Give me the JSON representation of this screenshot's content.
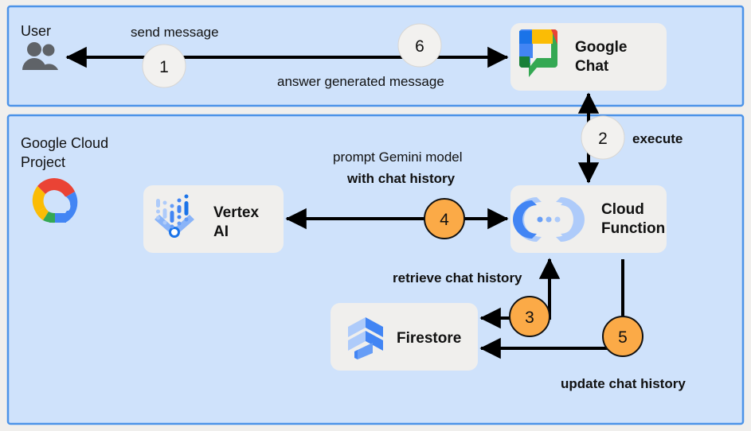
{
  "diagram": {
    "title": "Google Chat Gemini Cloud Function architecture",
    "background_color": "#f0efed",
    "panel_fill": "#cfe2fb",
    "panel_border": "#4c93e8",
    "node_fill": "#f0efed",
    "accent_orange": "#fbaa47",
    "line_color": "#000000"
  },
  "panels": [
    {
      "id": "user-panel",
      "title": "User"
    },
    {
      "id": "gcp-panel",
      "title_line1": "Google Cloud",
      "title_line2": "Project"
    }
  ],
  "nodes": [
    {
      "id": "user",
      "label": "User",
      "icon": "people-icon"
    },
    {
      "id": "google-chat",
      "label_line1": "Google",
      "label_line2": "Chat",
      "icon": "google-chat-icon"
    },
    {
      "id": "vertex-ai",
      "label_line1": "Vertex",
      "label_line2": "AI",
      "icon": "vertex-ai-icon"
    },
    {
      "id": "cloud-function",
      "label_line1": "Cloud",
      "label_line2": "Function",
      "icon": "cloud-function-icon"
    },
    {
      "id": "firestore",
      "label": "Firestore",
      "icon": "firestore-icon"
    }
  ],
  "edges": [
    {
      "step": "1",
      "label": "send message",
      "badge_style": "gray",
      "label_weight": "regular"
    },
    {
      "step": "2",
      "label": "execute",
      "badge_style": "gray",
      "label_weight": "bold"
    },
    {
      "step": "3",
      "label": "retrieve chat history",
      "badge_style": "orange",
      "label_weight": "bold"
    },
    {
      "step": "4",
      "label_line1": "prompt Gemini model",
      "label_line2": "with chat history",
      "badge_style": "orange",
      "label_weight": "mixed"
    },
    {
      "step": "5",
      "label": "update chat history",
      "badge_style": "orange",
      "label_weight": "bold"
    },
    {
      "step": "6",
      "label": "answer generated message",
      "badge_style": "gray",
      "label_weight": "regular"
    }
  ],
  "labels": {
    "send_message": "send message",
    "answer_generated_message": "answer generated message",
    "execute": "execute",
    "prompt_gemini_line1": "prompt Gemini model",
    "prompt_gemini_line2": "with chat history",
    "retrieve_chat_history": "retrieve chat history",
    "update_chat_history": "update chat history"
  },
  "badges": {
    "one": "1",
    "two": "2",
    "three": "3",
    "four": "4",
    "five": "5",
    "six": "6"
  }
}
